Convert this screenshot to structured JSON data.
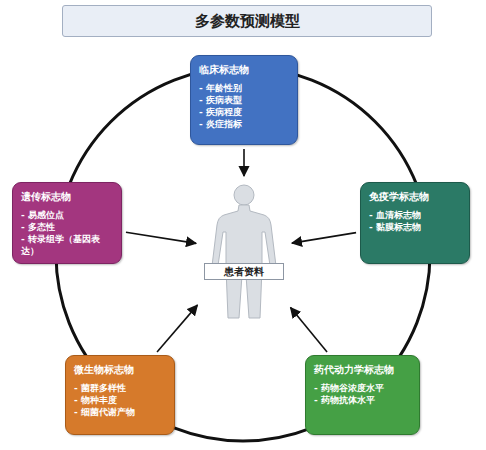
{
  "diagram": {
    "title": "多参数预测模型",
    "nodes": [
      {
        "text": [
          "临床标志物",
          "- 年龄性别",
          "- 疾病表型",
          "- 疾病程度",
          "- 炎症指标"
        ]
      },
      {
        "text": [
          "遗传标志物",
          "- 易感位点",
          "- 多态性",
          "- 转录组学（基因表达）"
        ]
      },
      {
        "text": [
          "免疫学标志物",
          "- 血清标志物",
          "- 黏膜标志物"
        ]
      },
      {
        "text": [
          "患者资料"
        ]
      },
      {
        "text": [
          "微生物标志物",
          "- 菌群多样性",
          "- 物种丰度",
          "- 细菌代谢产物"
        ]
      },
      {
        "text": [
          "药代动力学标志物",
          "- 药物谷浓度水平",
          "- 药物抗体水平"
        ]
      }
    ],
    "edges": [
      {
        "from": 0,
        "to": 3,
        "arrow": "to"
      },
      {
        "from": 1,
        "to": 3,
        "arrow": "to"
      },
      {
        "from": 2,
        "to": 3,
        "arrow": "to"
      },
      {
        "from": 4,
        "to": 3,
        "arrow": "to"
      },
      {
        "from": 5,
        "to": 3,
        "arrow": "to"
      }
    ]
  }
}
